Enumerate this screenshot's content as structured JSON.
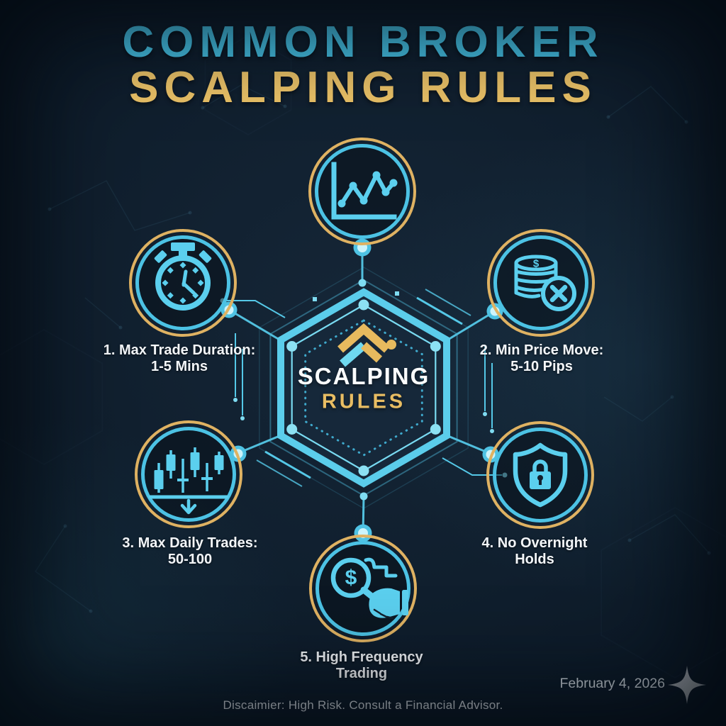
{
  "title": {
    "line1": "COMMON BROKER",
    "line2": "SCALPING RULES"
  },
  "center_badge": {
    "title": "SCALPING",
    "subtitle": "RULES"
  },
  "glyphs": {
    "dollar": "$"
  },
  "top_node": {
    "icon": "line-chart-icon"
  },
  "rules": [
    {
      "icon": "stopwatch-icon",
      "line1": "1. Max Trade Duration:",
      "line2": "1-5 Mins"
    },
    {
      "icon": "coins-cancel-icon",
      "line1": "2. Min Price Move:",
      "line2": "5-10 Pips"
    },
    {
      "icon": "candlestick-chart-icon",
      "line1": "3. Max Daily Trades:",
      "line2": "50-100"
    },
    {
      "icon": "shield-lock-icon",
      "line1": "4. No Overnight",
      "line2": "Holds"
    },
    {
      "icon": "magnifier-dollar-icon",
      "line1": "5. High Frequency",
      "line2": "Trading"
    }
  ],
  "footer": {
    "date": "February 4, 2026",
    "disclaimer": "Discaimier: High Risk. Consult a Financial Advisor."
  },
  "colors": {
    "background": "#101f2e",
    "cyan": "#54c8e8",
    "gold": "#e6b95f",
    "title_cyan": "#47c5e9",
    "title_gold": "#ecc368",
    "text": "#f3f6f9",
    "muted_text": "#ccd4db"
  }
}
